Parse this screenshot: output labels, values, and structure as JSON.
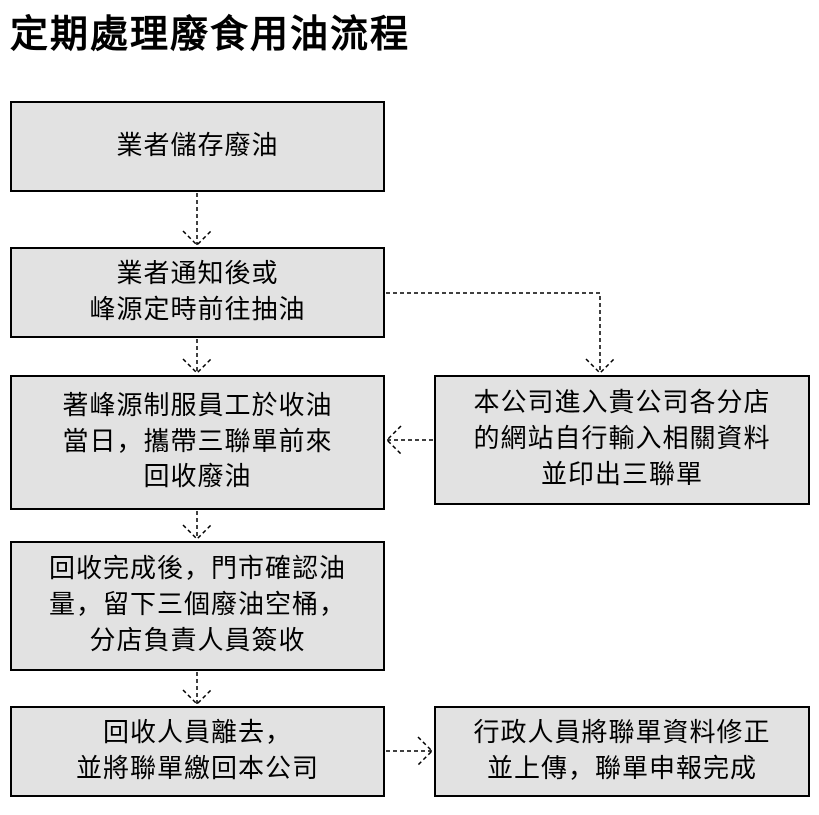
{
  "title": "定期處理廢食用油流程",
  "steps": [
    {
      "id": "step-1",
      "text": "業者儲存廢油"
    },
    {
      "id": "step-2",
      "text": "業者通知後或\n峰源定時前往抽油"
    },
    {
      "id": "step-3",
      "text": "著峰源制服員工於收油\n當日，攜帶三聯單前來\n回收廢油"
    },
    {
      "id": "step-4",
      "text": "本公司進入貴公司各分店\n的網站自行輸入相關資料\n並印出三聯單"
    },
    {
      "id": "step-5",
      "text": "回收完成後，門市確認油\n量，留下三個廢油空桶，\n分店負責人員簽收"
    },
    {
      "id": "step-6",
      "text": "回收人員離去，\n並將聯單繳回本公司"
    },
    {
      "id": "step-7",
      "text": "行政人員將聯單資料修正\n並上傳，聯單申報完成"
    }
  ],
  "colors": {
    "box_fill": "#e2e2e2",
    "box_border": "#000000",
    "connector": "#000000"
  }
}
